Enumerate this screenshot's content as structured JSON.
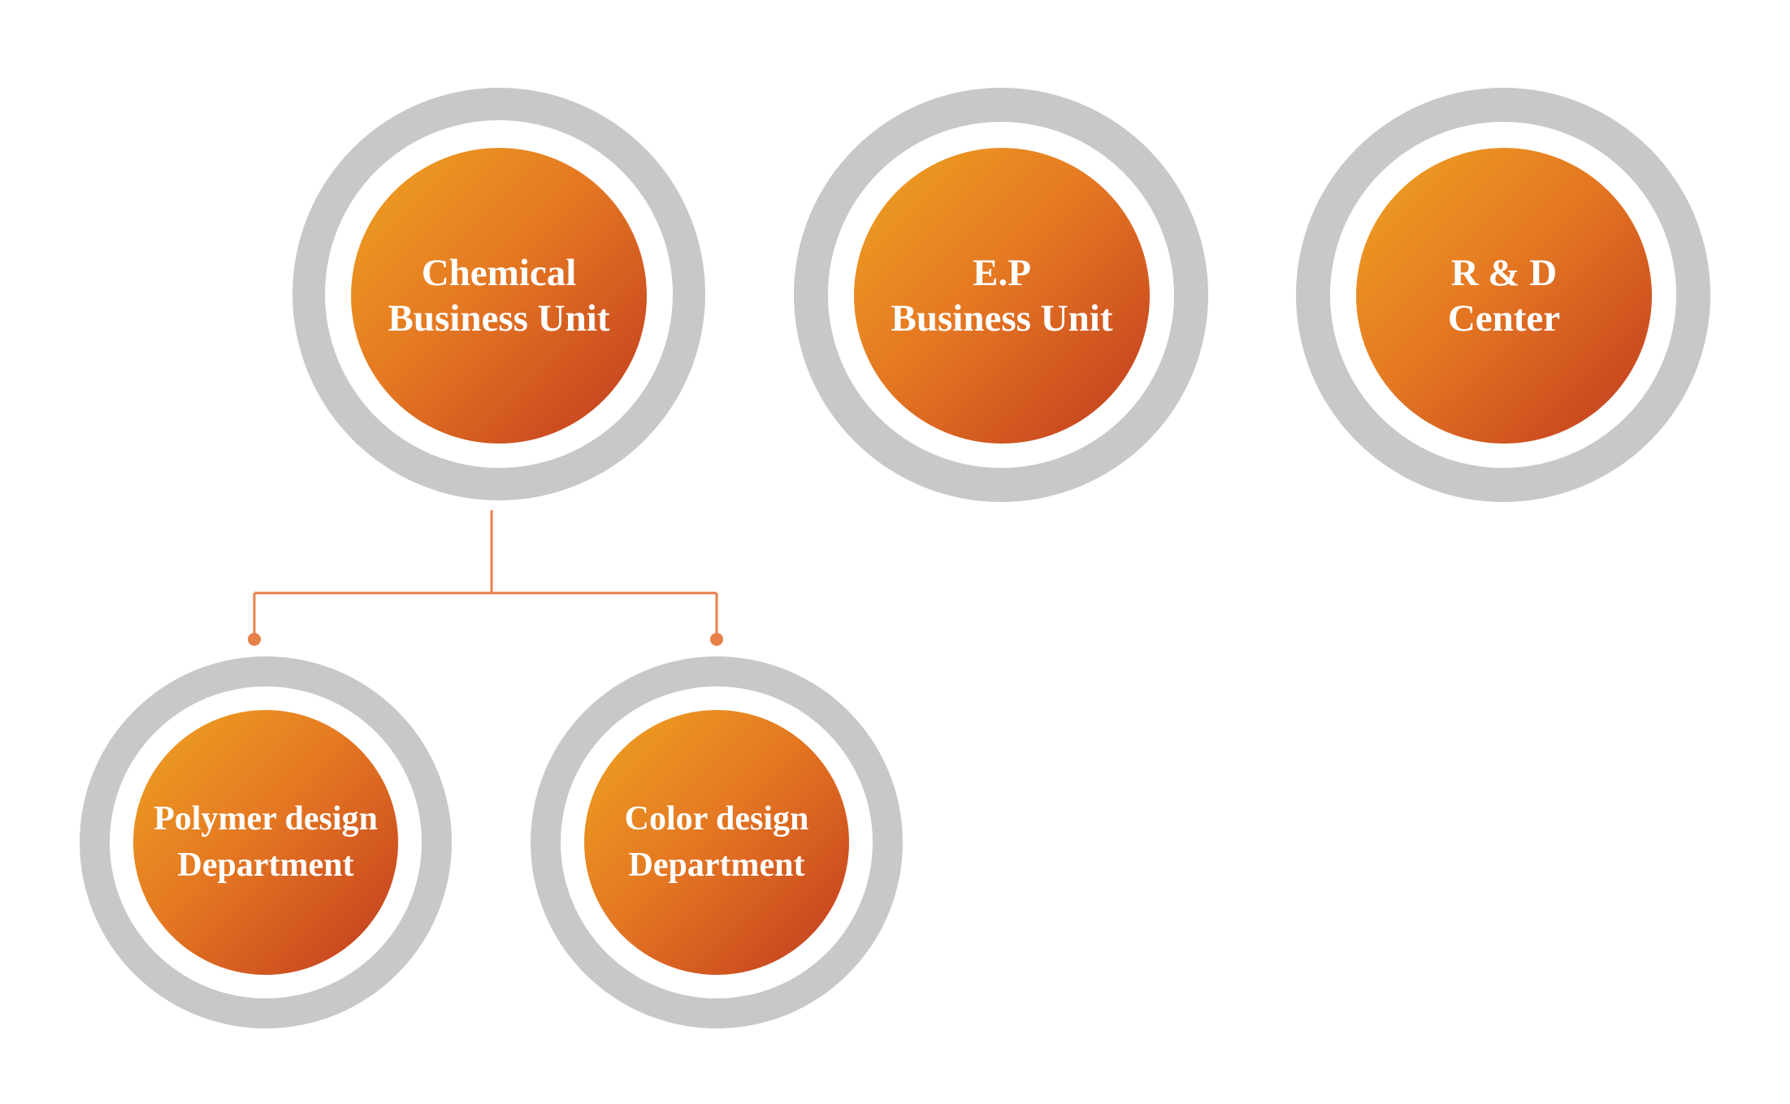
{
  "units": [
    {
      "id": "chemical",
      "lines": [
        "Chemical",
        "Business Unit"
      ]
    },
    {
      "id": "ep",
      "lines": [
        "E.P",
        "Business Unit"
      ]
    },
    {
      "id": "rnd",
      "lines": [
        "R & D",
        "Center"
      ]
    }
  ],
  "departments": [
    {
      "id": "polymer",
      "lines": [
        "Polymer design",
        "Department"
      ]
    },
    {
      "id": "color",
      "lines": [
        "Color design",
        "Department"
      ]
    }
  ],
  "colors": {
    "ring": "#c8c8c8",
    "gradient_start": "#eea421",
    "gradient_end": "#c03a1f",
    "connector": "#e8804a"
  }
}
